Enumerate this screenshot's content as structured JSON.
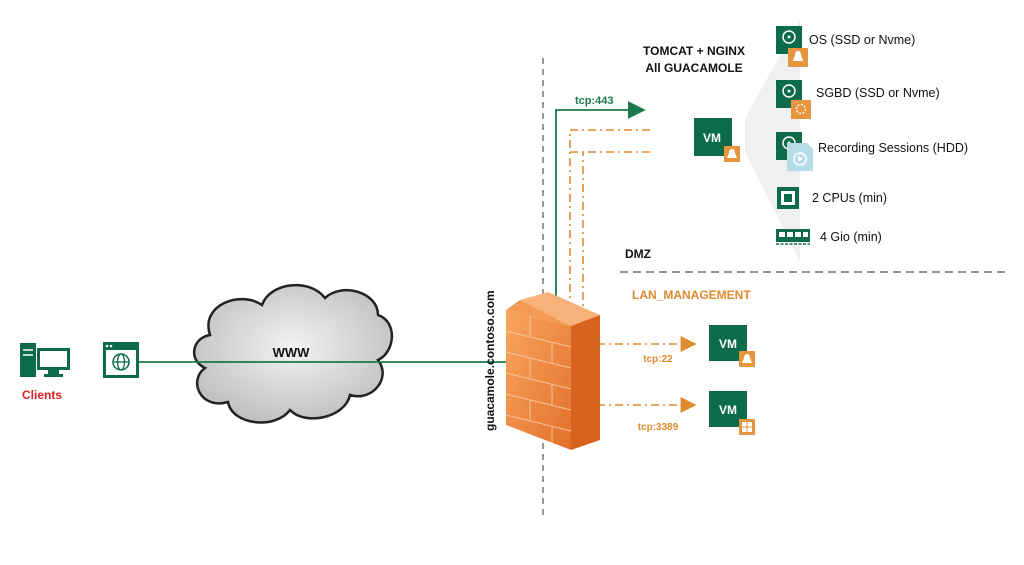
{
  "clients": {
    "label": "Clients"
  },
  "cloud": {
    "label": "WWW"
  },
  "firewall": {
    "domain": "guacamole.contoso.com"
  },
  "zones": {
    "dmz": "DMZ",
    "lan": "LAN_MANAGEMENT"
  },
  "guac_server": {
    "title_line1": "TOMCAT + NGINX",
    "title_line2": "All GUACAMOLE",
    "vm_label": "VM"
  },
  "specs": [
    {
      "icon": "disk-linux-icon",
      "label": "OS (SSD or Nvme)"
    },
    {
      "icon": "disk-database-icon",
      "label": "SGBD (SSD or Nvme)"
    },
    {
      "icon": "disk-recording-icon",
      "label": "Recording Sessions (HDD)"
    },
    {
      "icon": "cpu-icon",
      "label": "2 CPUs (min)"
    },
    {
      "icon": "memory-icon",
      "label": "4 Gio (min)"
    }
  ],
  "connections": {
    "https": "tcp:443",
    "ssh": "tcp:22",
    "rdp": "tcp:3389"
  },
  "lan_vms": [
    {
      "label": "VM",
      "os": "linux-icon"
    },
    {
      "label": "VM",
      "os": "windows-icon"
    }
  ],
  "colors": {
    "green": "#1a7a4c",
    "vm_green": "#0e6b4a",
    "orange": "#e08a2e",
    "red": "#e02020",
    "firewall": "#f08a3c"
  }
}
